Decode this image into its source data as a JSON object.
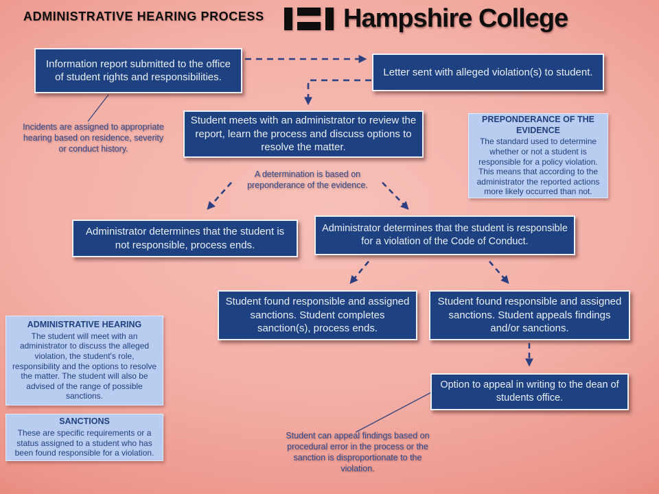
{
  "header": {
    "title": "ADMINISTRATIVE HEARING PROCESS",
    "logo_text": "Hampshire College"
  },
  "flow": {
    "info_report": "Information report submitted to the office of student rights and responsibilities.",
    "letter_sent": "Letter sent with alleged violation(s) to student.",
    "student_meets": "Student meets with an administrator to review the report, learn the process and discuss options to resolve the matter.",
    "not_responsible": "Administrator determines that the student is not responsible, process ends.",
    "responsible": "Administrator determines that the student is responsible for a violation of the Code of Conduct.",
    "completes_sanctions": "Student found responsible and assigned sanctions. Student completes sanction(s), process ends.",
    "appeals_sanctions": "Student found responsible and assigned sanctions. Student appeals findings and/or sanctions.",
    "appeal_dean": "Option to appeal in writing to the dean of students office."
  },
  "info_panels": {
    "preponderance": {
      "title": "PREPONDERANCE OF THE EVIDENCE",
      "body": "The standard used to determine whether or not a student is responsible for a policy violation. This means that according to the administrator the reported actions more likely occurred than not."
    },
    "administrative_hearing": {
      "title": "ADMINISTRATIVE HEARING",
      "body": "The student will meet with an administrator to discuss the alleged violation, the student's role, responsibility and the options to resolve the matter. The student will also be advised of the range of possible sanctions."
    },
    "sanctions": {
      "title": "SANCTIONS",
      "body": "These are specific requirements or a status assigned to a student who has been found responsible for a violation."
    }
  },
  "annotations": {
    "incidents": "Incidents are assigned to appropriate hearing based on residence, severity or conduct history.",
    "determination": "A determination is based on preponderance of the evidence.",
    "appeal_basis": "Student can appeal findings based on procedural error in the process or the sanction is disproportionate to the violation."
  },
  "colors": {
    "flow_box_fill": "#1e4181",
    "flow_box_text": "#e9effa",
    "info_panel_fill": "#b9cdf0",
    "navy_text": "#1f3f7f",
    "connector": "#2b3f80",
    "background_center": "#f7c0b7",
    "background_edge": "#d95f53",
    "logo_black": "#0e0e0e"
  }
}
